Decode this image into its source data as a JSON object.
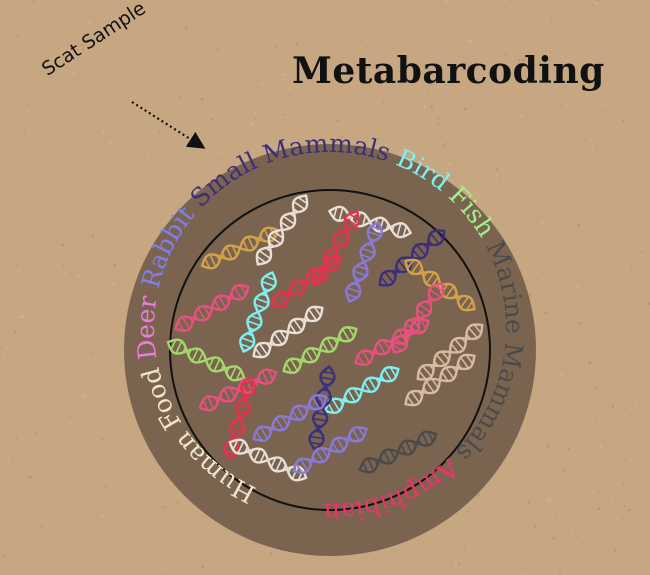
{
  "title": "Metabarcoding",
  "sample_label": "Scat Sample",
  "colors": {
    "background": "#c6a782",
    "disc": "#7a6450",
    "ring_line": "#111111"
  },
  "ring_labels": [
    {
      "text": "Human Food",
      "color": "#f2e4cc"
    },
    {
      "text": "Deer",
      "color": "#f07ae0"
    },
    {
      "text": "Rabbit",
      "color": "#7f7ff0"
    },
    {
      "text": "Small Mammals",
      "color": "#3a2f78"
    },
    {
      "text": "Bird",
      "color": "#7ff0f0"
    },
    {
      "text": "Fish",
      "color": "#a4f08a"
    },
    {
      "text": "Marine Mammals",
      "color": "#4a4a4a"
    },
    {
      "text": "Amphibians",
      "color": "#f0326a"
    }
  ]
}
